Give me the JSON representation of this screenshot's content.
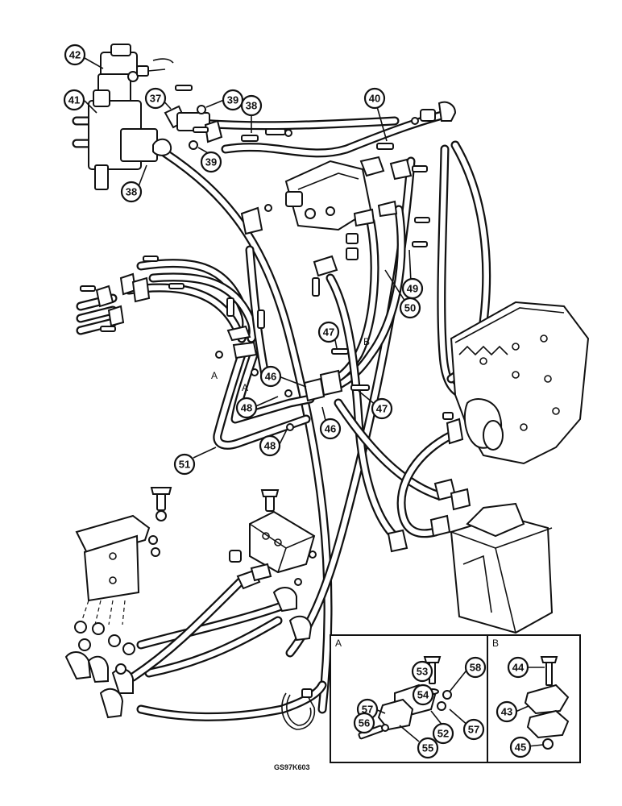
{
  "drawing_ref": "GS97K603",
  "inset_a_label": "A",
  "inset_b_label": "B",
  "section_markers": {
    "a1": "A",
    "a2": "A",
    "b1": "B"
  },
  "callouts": [
    {
      "id": "c42",
      "label": "42"
    },
    {
      "id": "c41",
      "label": "41"
    },
    {
      "id": "c37",
      "label": "37"
    },
    {
      "id": "c39a",
      "label": "39"
    },
    {
      "id": "c38a",
      "label": "38"
    },
    {
      "id": "c39b",
      "label": "39"
    },
    {
      "id": "c38b",
      "label": "38"
    },
    {
      "id": "c40",
      "label": "40"
    },
    {
      "id": "c49",
      "label": "49"
    },
    {
      "id": "c50",
      "label": "50"
    },
    {
      "id": "c47a",
      "label": "47"
    },
    {
      "id": "c46a",
      "label": "46"
    },
    {
      "id": "c48a",
      "label": "48"
    },
    {
      "id": "c46b",
      "label": "46"
    },
    {
      "id": "c47b",
      "label": "47"
    },
    {
      "id": "c48b",
      "label": "48"
    },
    {
      "id": "c51",
      "label": "51"
    },
    {
      "id": "c53",
      "label": "53"
    },
    {
      "id": "c54",
      "label": "54"
    },
    {
      "id": "c58",
      "label": "58"
    },
    {
      "id": "c57a",
      "label": "57"
    },
    {
      "id": "c56",
      "label": "56"
    },
    {
      "id": "c52",
      "label": "52"
    },
    {
      "id": "c57b",
      "label": "57"
    },
    {
      "id": "c55",
      "label": "55"
    },
    {
      "id": "c44",
      "label": "44"
    },
    {
      "id": "c43",
      "label": "43"
    },
    {
      "id": "c45",
      "label": "45"
    }
  ]
}
